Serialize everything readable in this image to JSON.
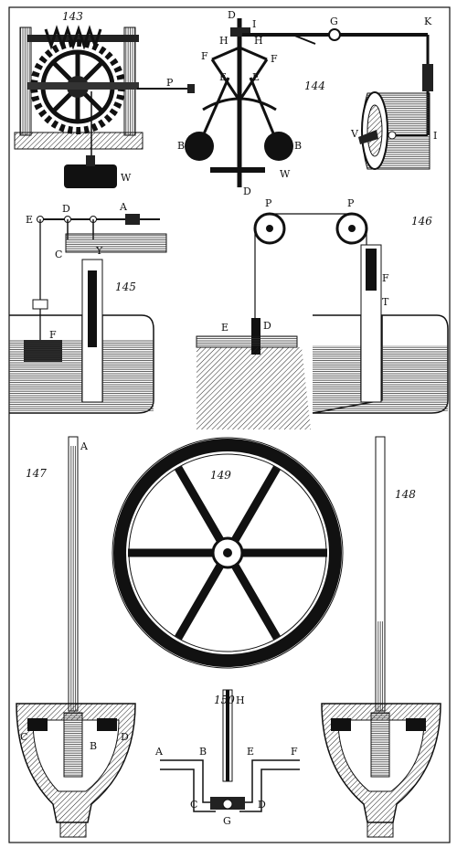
{
  "figures": {
    "f143": {
      "number": "143",
      "labels": {
        "P": "P",
        "W": "W"
      }
    },
    "f144": {
      "number": "144",
      "labels": {
        "D_top": "D",
        "I_top": "I",
        "G": "G",
        "K": "K",
        "H_left": "H",
        "H_right": "H",
        "F_left": "F",
        "F_right": "F",
        "E_left": "E",
        "E_right": "E",
        "B_left": "B",
        "B_right": "B",
        "W": "W",
        "D_bottom": "D",
        "V": "V",
        "I_right": "I"
      }
    },
    "f145": {
      "number": "145",
      "labels": {
        "E": "E",
        "D": "D",
        "A": "A",
        "C": "C",
        "Y": "Y",
        "F": "F"
      }
    },
    "f146": {
      "number": "146",
      "labels": {
        "P_left": "P",
        "P_right": "P",
        "F": "F",
        "T": "T",
        "E": "E",
        "D": "D"
      }
    },
    "f147": {
      "number": "147",
      "labels": {
        "A": "A",
        "C": "C",
        "B": "B",
        "D": "D"
      }
    },
    "f148": {
      "number": "148"
    },
    "f149": {
      "number": "149"
    },
    "f150": {
      "number": "150",
      "labels": {
        "H": "H",
        "A": "A",
        "B": "B",
        "E": "E",
        "F": "F",
        "C": "C",
        "D": "D",
        "G": "G"
      }
    }
  }
}
